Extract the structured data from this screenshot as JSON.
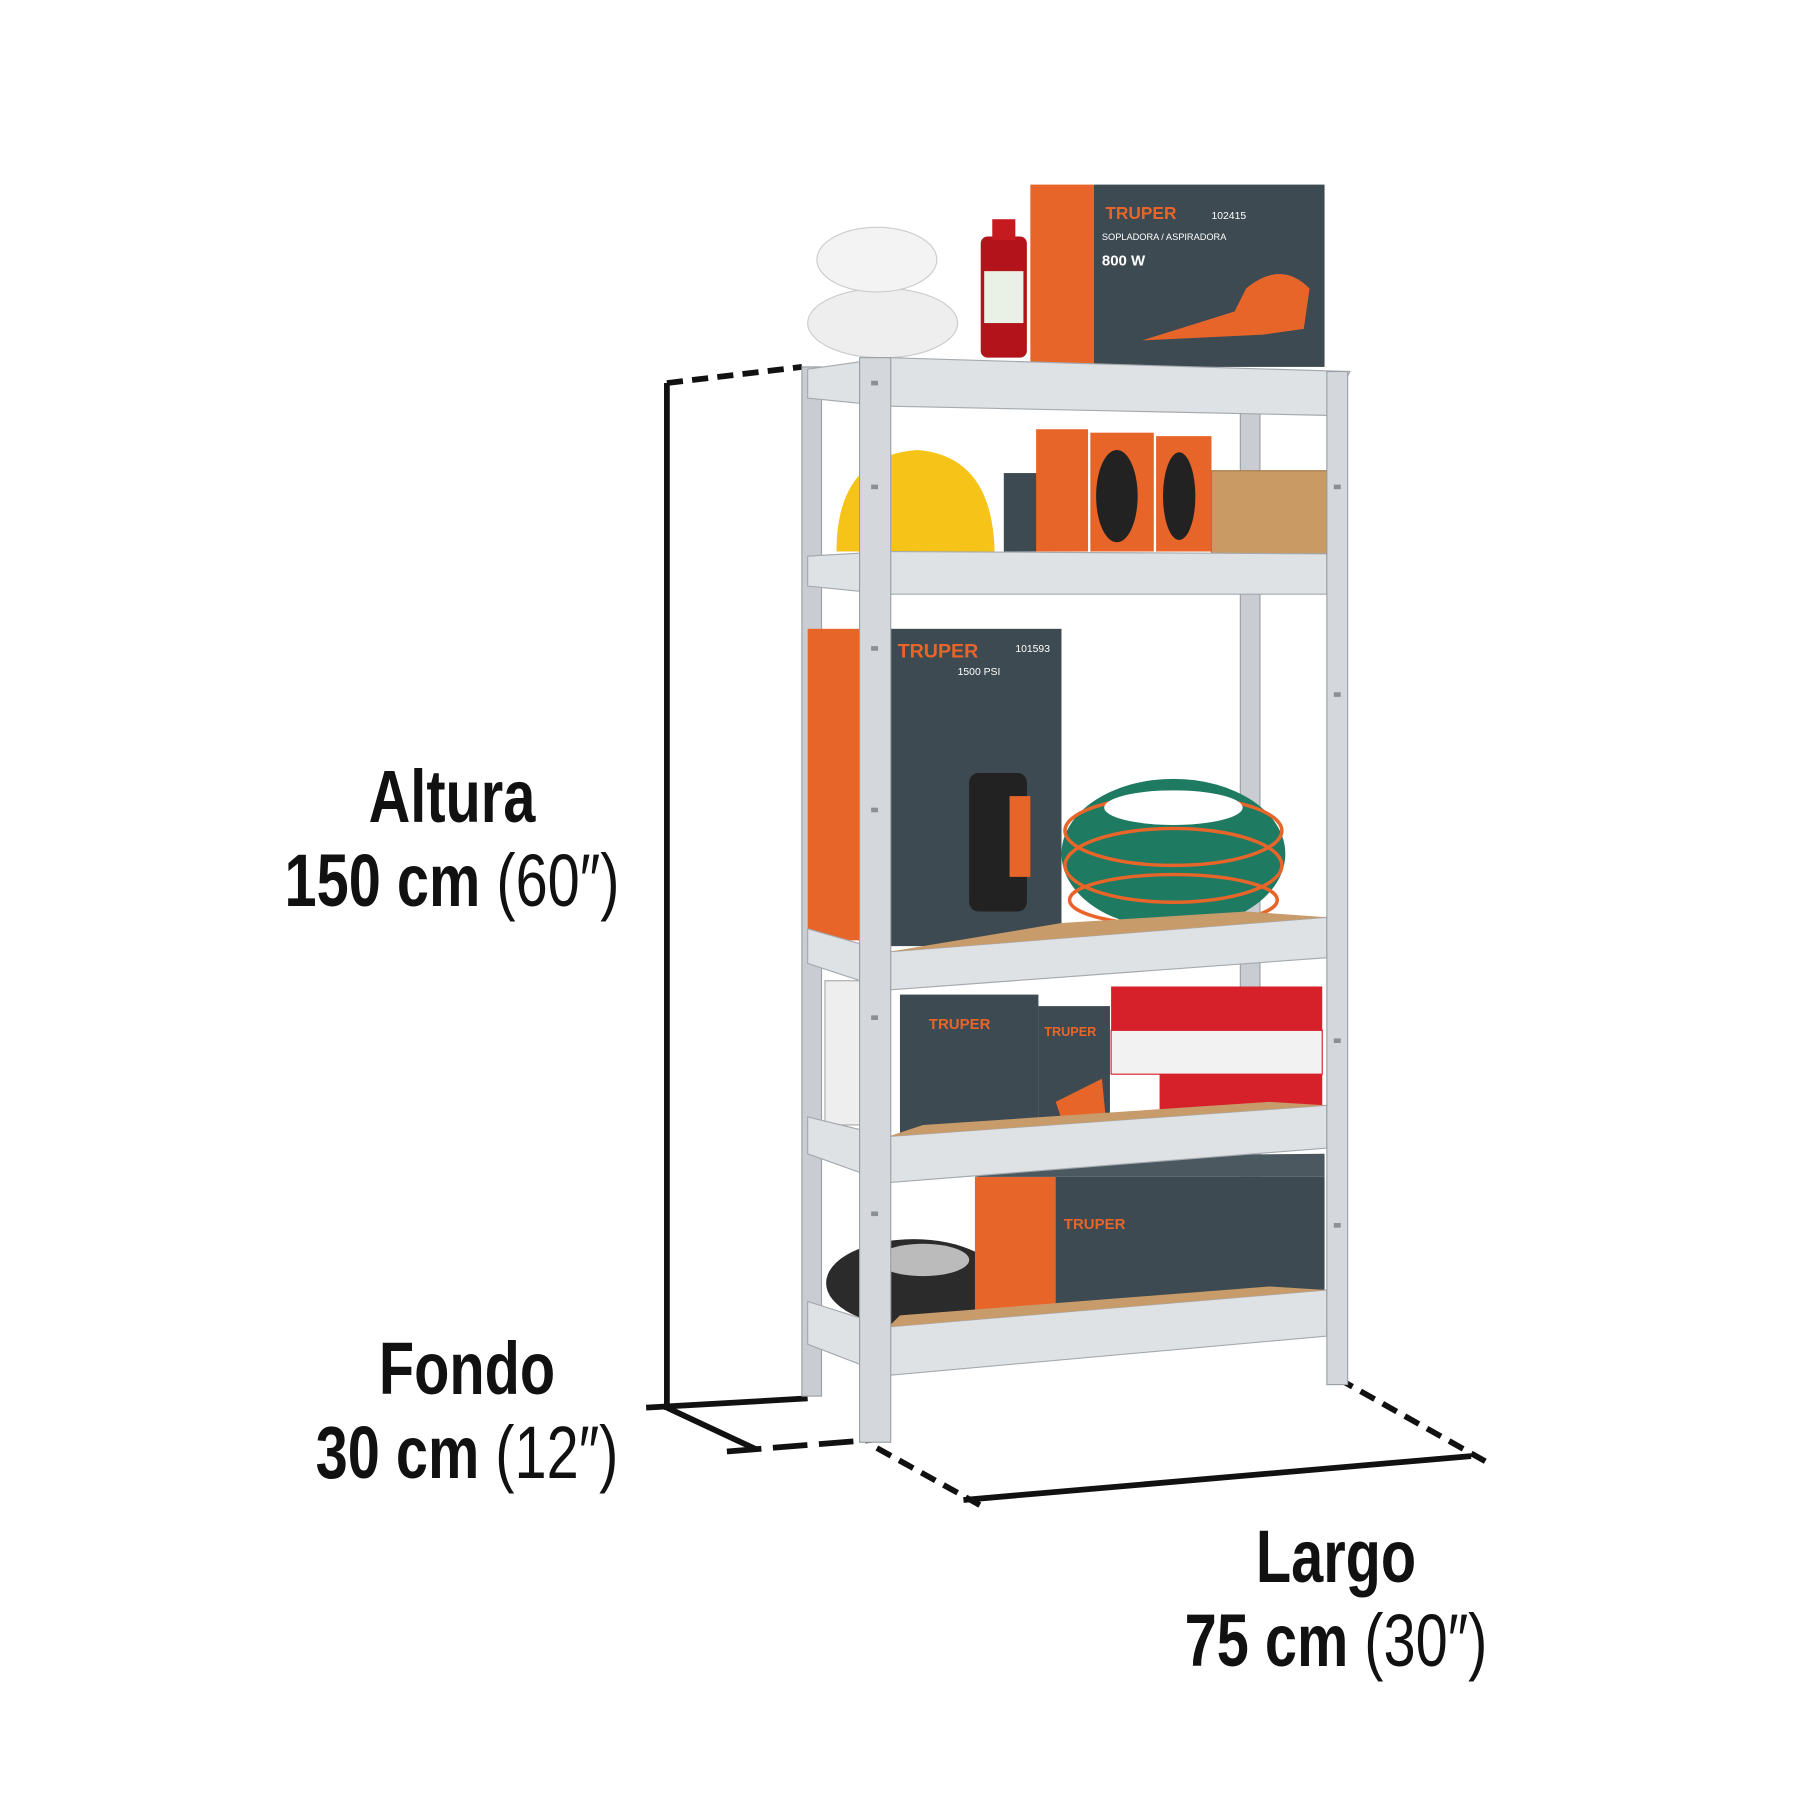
{
  "dimensions": {
    "height": {
      "label": "Altura",
      "metric": "150 cm",
      "imperial": "(60″)"
    },
    "depth": {
      "label": "Fondo",
      "metric": "30 cm",
      "imperial": "(12″)"
    },
    "length": {
      "label": "Largo",
      "metric": "75 cm",
      "imperial": "(30″)"
    }
  },
  "product_labels": {
    "brand": "TRUPER",
    "top_box_model": "102415",
    "top_box_desc": "SOPLADORA / ASPIRADORA",
    "top_box_power": "800 W",
    "washer_model": "101593",
    "washer_psi": "1500 PSI"
  },
  "colors": {
    "dimension_line": "#111111",
    "brand_orange": "#e8652a",
    "box_slate": "#3d4a52",
    "steel": "#d4d8dc",
    "hose_green": "#1f7a62"
  }
}
